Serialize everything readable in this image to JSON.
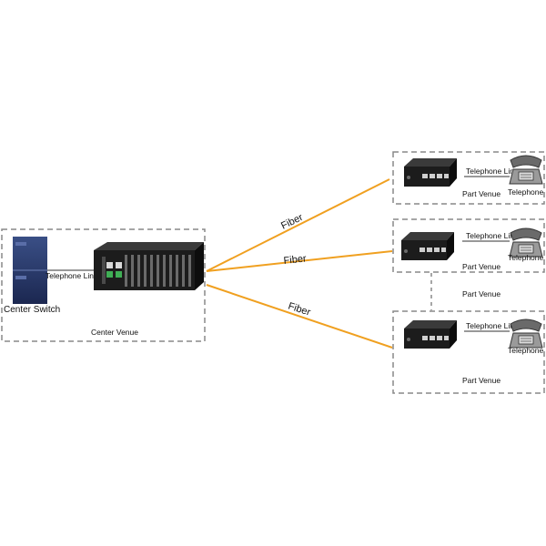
{
  "center": {
    "venue_label": "Center Venue",
    "switch_label": "Center Switch",
    "line_label": "Telephone Line"
  },
  "links": {
    "fiber_1": "Fiber",
    "fiber_2": "Fiber",
    "fiber_3": "Fiber"
  },
  "remotes": [
    {
      "line_label": "Telephone Line",
      "phone_label": "Telephone",
      "venue_label": "Part Venue"
    },
    {
      "line_label": "Telephone Line",
      "phone_label": "Telephone",
      "venue_label": "Part Venue"
    },
    {
      "line_label": "Telephone Line",
      "phone_label": "Telephone",
      "venue_label": "Part Venue"
    }
  ],
  "between_label": "Part Venue",
  "colors": {
    "fiber": "#f0a020",
    "border": "#888888",
    "device": "#1c1c1c",
    "switch": "#22305a"
  },
  "icons": [
    "center-switch-icon",
    "fiber-rack-chassis-icon",
    "media-converter-icon",
    "telephone-icon"
  ]
}
